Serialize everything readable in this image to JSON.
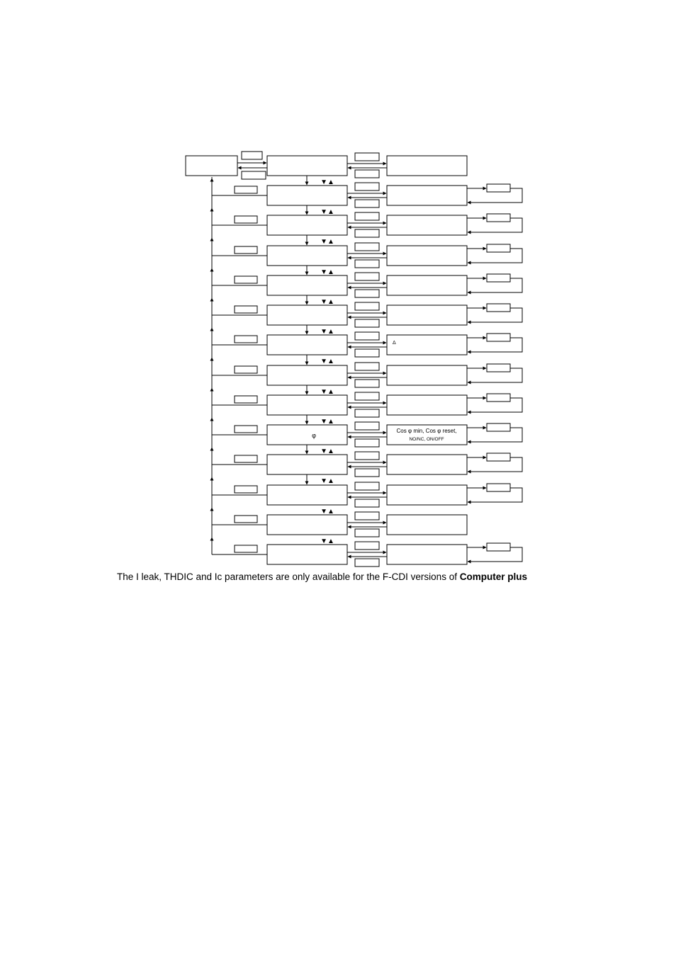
{
  "diagram": {
    "root_box_label": "",
    "rows": [
      {
        "menu_label": "",
        "param_label": "",
        "param_label_line2": "",
        "has_loop": false
      },
      {
        "menu_label": "",
        "param_label": "",
        "param_label_line2": "",
        "has_loop": true
      },
      {
        "menu_label": "",
        "param_label": "",
        "param_label_line2": "",
        "has_loop": true
      },
      {
        "menu_label": "",
        "param_label": "",
        "param_label_line2": "",
        "has_loop": true
      },
      {
        "menu_label": "",
        "param_label": "",
        "param_label_line2": "",
        "has_loop": true
      },
      {
        "menu_label": "",
        "param_label": "",
        "param_label_line2": "",
        "has_loop": true
      },
      {
        "menu_label": "",
        "param_label": "Δ",
        "param_label_line2": "",
        "has_loop": true
      },
      {
        "menu_label": "",
        "param_label": "",
        "param_label_line2": "",
        "has_loop": true
      },
      {
        "menu_label": "",
        "param_label": "",
        "param_label_line2": "",
        "has_loop": true
      },
      {
        "menu_label": "φ",
        "param_label": "Cos φ min, Cos φ reset,",
        "param_label_line2": "NO/NC, ON/OFF",
        "has_loop": true
      },
      {
        "menu_label": "",
        "param_label": "",
        "param_label_line2": "",
        "has_loop": true
      },
      {
        "menu_label": "",
        "param_label": "",
        "param_label_line2": "",
        "has_loop": true
      },
      {
        "menu_label": "",
        "param_label": "",
        "param_label_line2": "",
        "has_loop": false
      },
      {
        "menu_label": "",
        "param_label": "",
        "param_label_line2": "",
        "has_loop": true
      }
    ],
    "nav_symbol": "▼▲"
  },
  "footnote": {
    "text": "The I leak, THDIC and Ic parameters are only available for the F-CDI versions of ",
    "bold": "Computer plus"
  }
}
